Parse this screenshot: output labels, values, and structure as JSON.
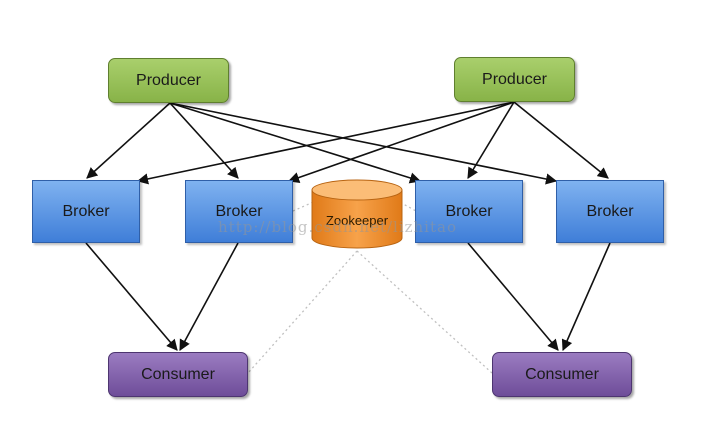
{
  "producers": [
    {
      "label": "Producer"
    },
    {
      "label": "Producer"
    }
  ],
  "brokers": [
    {
      "label": "Broker"
    },
    {
      "label": "Broker"
    },
    {
      "label": "Broker"
    },
    {
      "label": "Broker"
    }
  ],
  "zookeeper": {
    "label": "Zookeeper"
  },
  "consumers": [
    {
      "label": "Consumer"
    },
    {
      "label": "Consumer"
    }
  ],
  "watermark": "http://blog.csdn.net/lizhitao",
  "colors": {
    "producer": "#96c05a",
    "broker": "#4f8ee0",
    "zookeeper": "#f0922e",
    "consumer": "#7c5aa6",
    "arrow": "#111111",
    "dotted_link": "#bfbfbf"
  }
}
